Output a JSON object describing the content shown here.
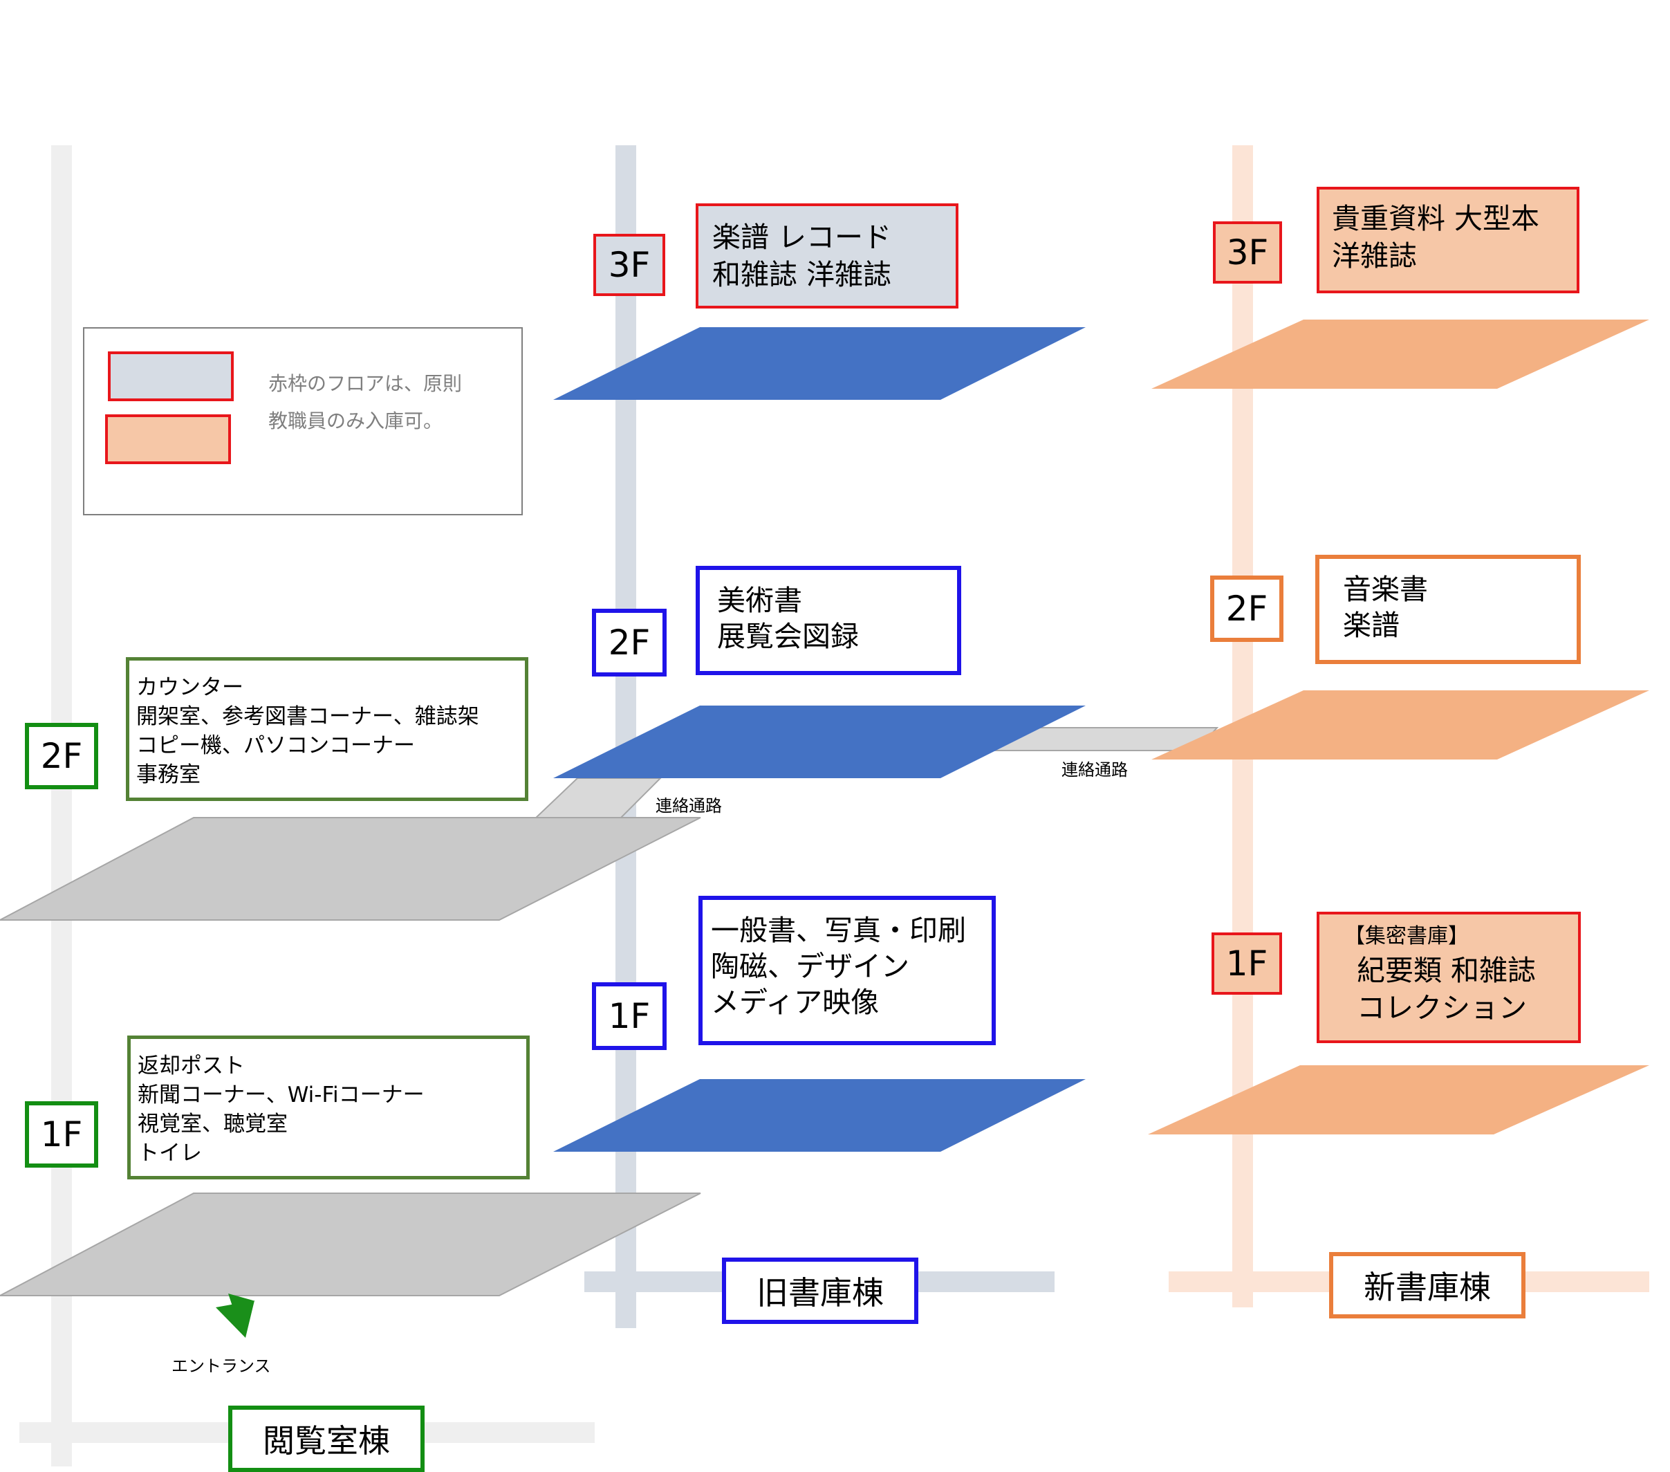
{
  "legend": {
    "note_lines": [
      "赤枠のフロアは、原則",
      "教職員のみ入庫可。"
    ],
    "swatch_colors": [
      "#d6dce4",
      "#f6c7a7"
    ]
  },
  "reading_building": {
    "label": "閲覧室棟",
    "floor_2": {
      "badge": "2F",
      "lines": [
        "カウンター",
        "開架室、参考図書コーナー、雑誌架",
        "コピー機、パソコンコーナー",
        "事務室"
      ]
    },
    "floor_1": {
      "badge": "1F",
      "lines": [
        "返却ポスト",
        "新聞コーナー、Wi-Fiコーナー",
        "視覚室、聴覚室",
        "トイレ"
      ]
    },
    "entrance": "エントランス",
    "color": "#138e13"
  },
  "old_stack": {
    "label": "旧書庫棟",
    "floor_3": {
      "badge": "3F",
      "lines": [
        "楽譜 レコード",
        "和雑誌 洋雑誌"
      ]
    },
    "floor_2": {
      "badge": "2F",
      "lines": [
        "美術書",
        "展覧会図録"
      ]
    },
    "floor_1": {
      "badge": "1F",
      "lines": [
        "一般書、写真・印刷",
        "陶磁、デザイン",
        "メディア映像"
      ]
    },
    "color": "#4472c4"
  },
  "new_stack": {
    "label": "新書庫棟",
    "floor_3": {
      "badge": "3F",
      "lines": [
        "貴重資料 大型本",
        "洋雑誌"
      ]
    },
    "floor_2": {
      "badge": "2F",
      "lines": [
        "音楽書",
        "楽譜"
      ]
    },
    "floor_1": {
      "badge": "1F",
      "lines": [
        "【集密書庫】",
        "紀要類 和雑誌",
        "コレクション"
      ]
    },
    "color": "#f4b183"
  },
  "connectors": [
    "連絡通路",
    "連絡通路"
  ]
}
